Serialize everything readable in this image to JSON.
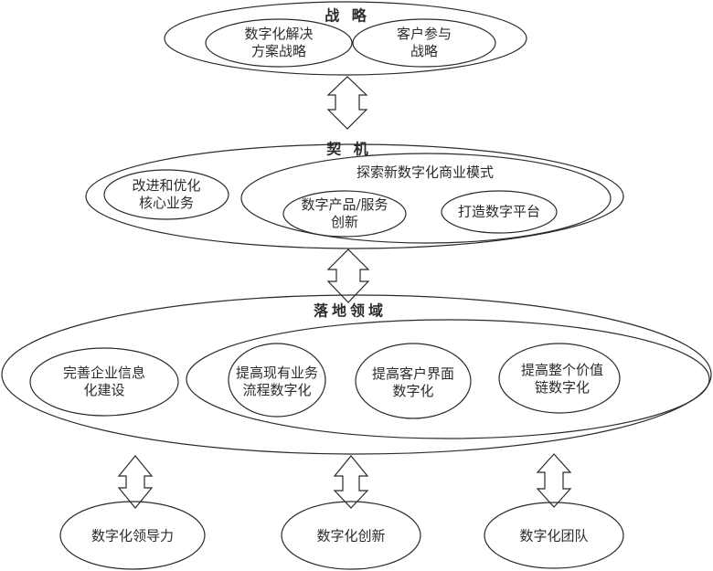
{
  "strategy": {
    "title": "战 略",
    "items": [
      {
        "line1": "数字化解决",
        "line2": "方案战略"
      },
      {
        "line1": "客户参与",
        "line2": "战略"
      }
    ]
  },
  "opportunity": {
    "title": "契 机",
    "core": {
      "line1": "改进和优化",
      "line2": "核心业务"
    },
    "explore": {
      "title": "探索新数字化商业模式",
      "items": [
        {
          "line1": "数字产品/服务",
          "line2": "创新"
        },
        {
          "line1": "打造数字平台",
          "line2": ""
        }
      ]
    }
  },
  "domain": {
    "title": "落地领域",
    "base": {
      "line1": "完善企业信息",
      "line2": "化建设"
    },
    "items": [
      {
        "line1": "提高现有业务",
        "line2": "流程数字化"
      },
      {
        "line1": "提高客户界面",
        "line2": "数字化"
      },
      {
        "line1": "提高整个价值",
        "line2": "链数字化"
      }
    ]
  },
  "enablers": [
    {
      "label": "数字化领导力"
    },
    {
      "label": "数字化创新"
    },
    {
      "label": "数字化团队"
    }
  ],
  "colors": {
    "stroke": "#2a2a2a",
    "text": "#2b2b2b",
    "background": "#ffffff"
  }
}
